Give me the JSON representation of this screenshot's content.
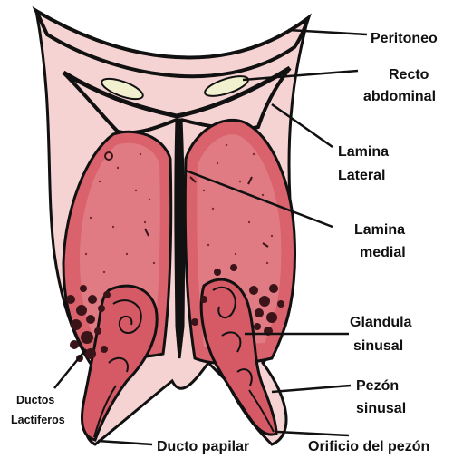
{
  "diagram": {
    "labels": {
      "peritoneo": "Peritoneo",
      "recto_1": "Recto",
      "recto_2": "abdominal",
      "lamina_lateral_1": "Lamina",
      "lamina_lateral_2": "Lateral",
      "lamina_medial_1": "Lamina",
      "lamina_medial_2": "medial",
      "glandula_1": "Glandula",
      "glandula_2": "sinusal",
      "pezon_1": "Pezón",
      "pezon_2": "sinusal",
      "ductos_1": "Ductos",
      "ductos_2": "Lactiferos",
      "ducto_papilar": "Ducto papilar",
      "orificio": "Orificio del pezón"
    },
    "colors": {
      "outline": "#111111",
      "skin": "#f6d3d3",
      "gland_fill": "#d9626c",
      "gland_inner": "#e07b84",
      "teat_fill": "#d55a66",
      "muscle_fill": "#f1f0cf",
      "dot": "#7a2c34"
    }
  }
}
